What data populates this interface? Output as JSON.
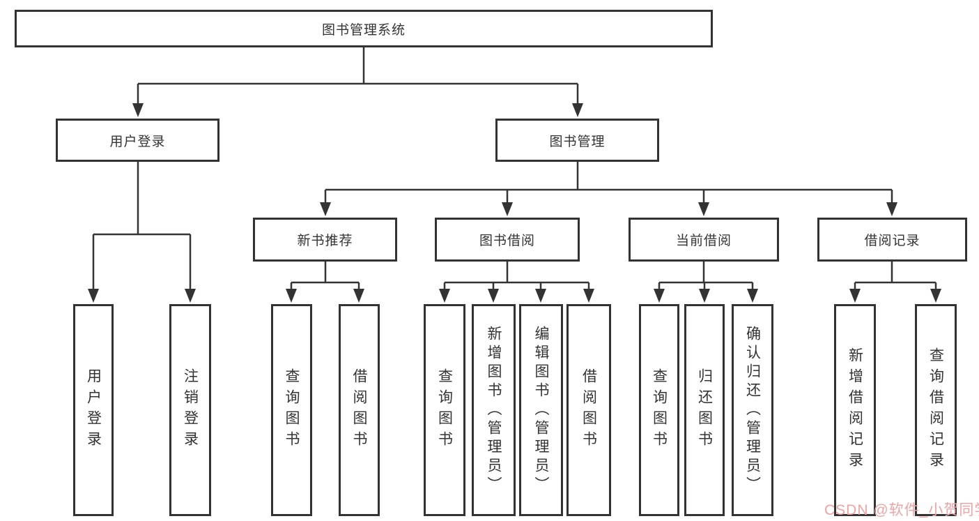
{
  "colors": {
    "line": "#333333",
    "box_border": "#333333",
    "text": "#333333"
  },
  "watermark": {
    "text": "CSDN @软件_小贺同学",
    "color": "#f2a2a2"
  },
  "diagram": {
    "root": {
      "label": "图书管理系统"
    },
    "branches": [
      {
        "label": "用户登录",
        "children": [
          {
            "label": "用户登录"
          },
          {
            "label": "注销登录"
          }
        ]
      },
      {
        "label": "图书管理",
        "children": [
          {
            "label": "新书推荐",
            "children": [
              {
                "label": "查询图书"
              },
              {
                "label": "借阅图书"
              }
            ]
          },
          {
            "label": "图书借阅",
            "children": [
              {
                "label": "查询图书"
              },
              {
                "label": "新增图书（管理员）"
              },
              {
                "label": "编辑图书（管理员）"
              },
              {
                "label": "借阅图书"
              }
            ]
          },
          {
            "label": "当前借阅",
            "children": [
              {
                "label": "查询图书"
              },
              {
                "label": "归还图书"
              },
              {
                "label": "确认归还（管理员）"
              }
            ]
          },
          {
            "label": "借阅记录",
            "children": [
              {
                "label": "新增借阅记录"
              },
              {
                "label": "查询借阅记录"
              }
            ]
          }
        ]
      }
    ]
  }
}
